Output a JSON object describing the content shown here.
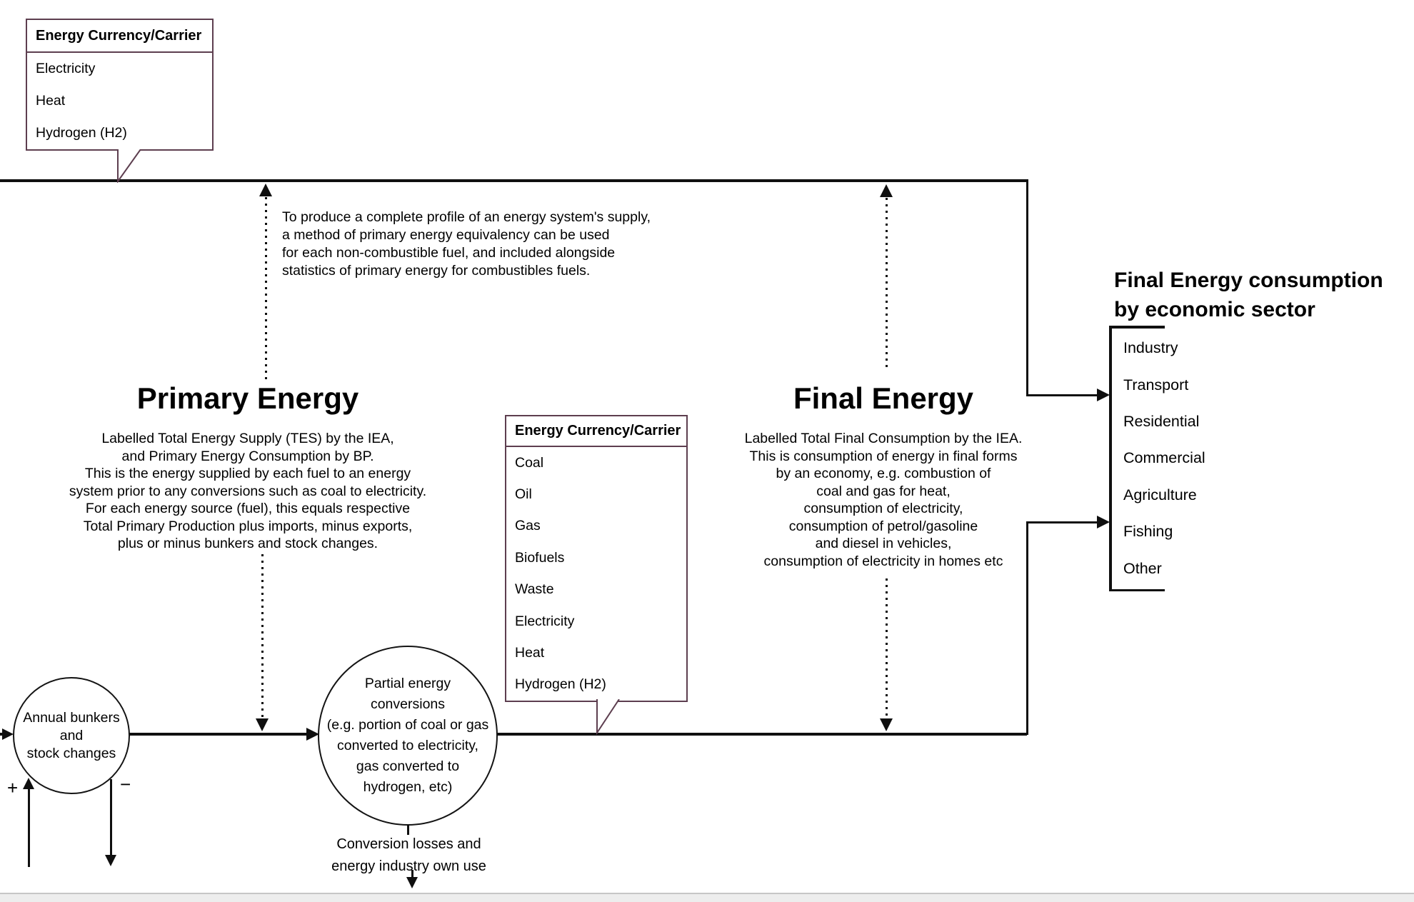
{
  "diagram": {
    "colors": {
      "line": "#0f0f0f",
      "callout_border": "#5d3e4f",
      "background": "#ffffff"
    },
    "callout_top_left": {
      "title": "Energy Currency/Carrier",
      "items": [
        "Electricity",
        "Heat",
        "Hydrogen (H2)"
      ]
    },
    "callout_middle": {
      "title": "Energy Currency/Carrier",
      "items": [
        "Coal",
        "Oil",
        "Gas",
        "Biofuels",
        "Waste",
        "Electricity",
        "Heat",
        "Hydrogen (H2)"
      ]
    },
    "top_note": "To produce a complete profile of an energy system's supply,\na method of primary energy equivalency can be used\nfor each non-combustible fuel, and included alongside\nstatistics of primary energy for combustibles fuels.",
    "primary": {
      "title": "Primary Energy",
      "description": "Labelled Total Energy Supply (TES) by the IEA,\nand Primary Energy Consumption by BP.\nThis is the energy supplied by each fuel to an energy\nsystem prior to any conversions such as coal to electricity.\nFor each energy source (fuel), this equals respective\nTotal Primary Production plus imports, minus exports,\nplus or minus bunkers and stock changes."
    },
    "final": {
      "title": "Final Energy",
      "description": "Labelled Total Final Consumption by the IEA.\nThis is consumption of energy in final forms\nby an economy, e.g. combustion of\ncoal and gas for heat,\nconsumption of electricity,\nconsumption of petrol/gasoline\nand diesel in vehicles,\nconsumption of electricity in homes etc"
    },
    "sectors": {
      "title": "Final Energy consumption\nby economic sector",
      "items": [
        "Industry",
        "Transport",
        "Residential",
        "Commercial",
        "Agriculture",
        "Fishing",
        "Other"
      ]
    },
    "bunkers_circle": {
      "label": "Annual bunkers\nand\nstock changes",
      "plus": "+",
      "minus": "−"
    },
    "conversions_circle": {
      "label": "Partial energy\nconversions\n(e.g. portion of coal or gas\nconverted to electricity,\ngas converted to\nhydrogen, etc)"
    },
    "conversion_losses": "Conversion losses and\nenergy industry own use"
  }
}
